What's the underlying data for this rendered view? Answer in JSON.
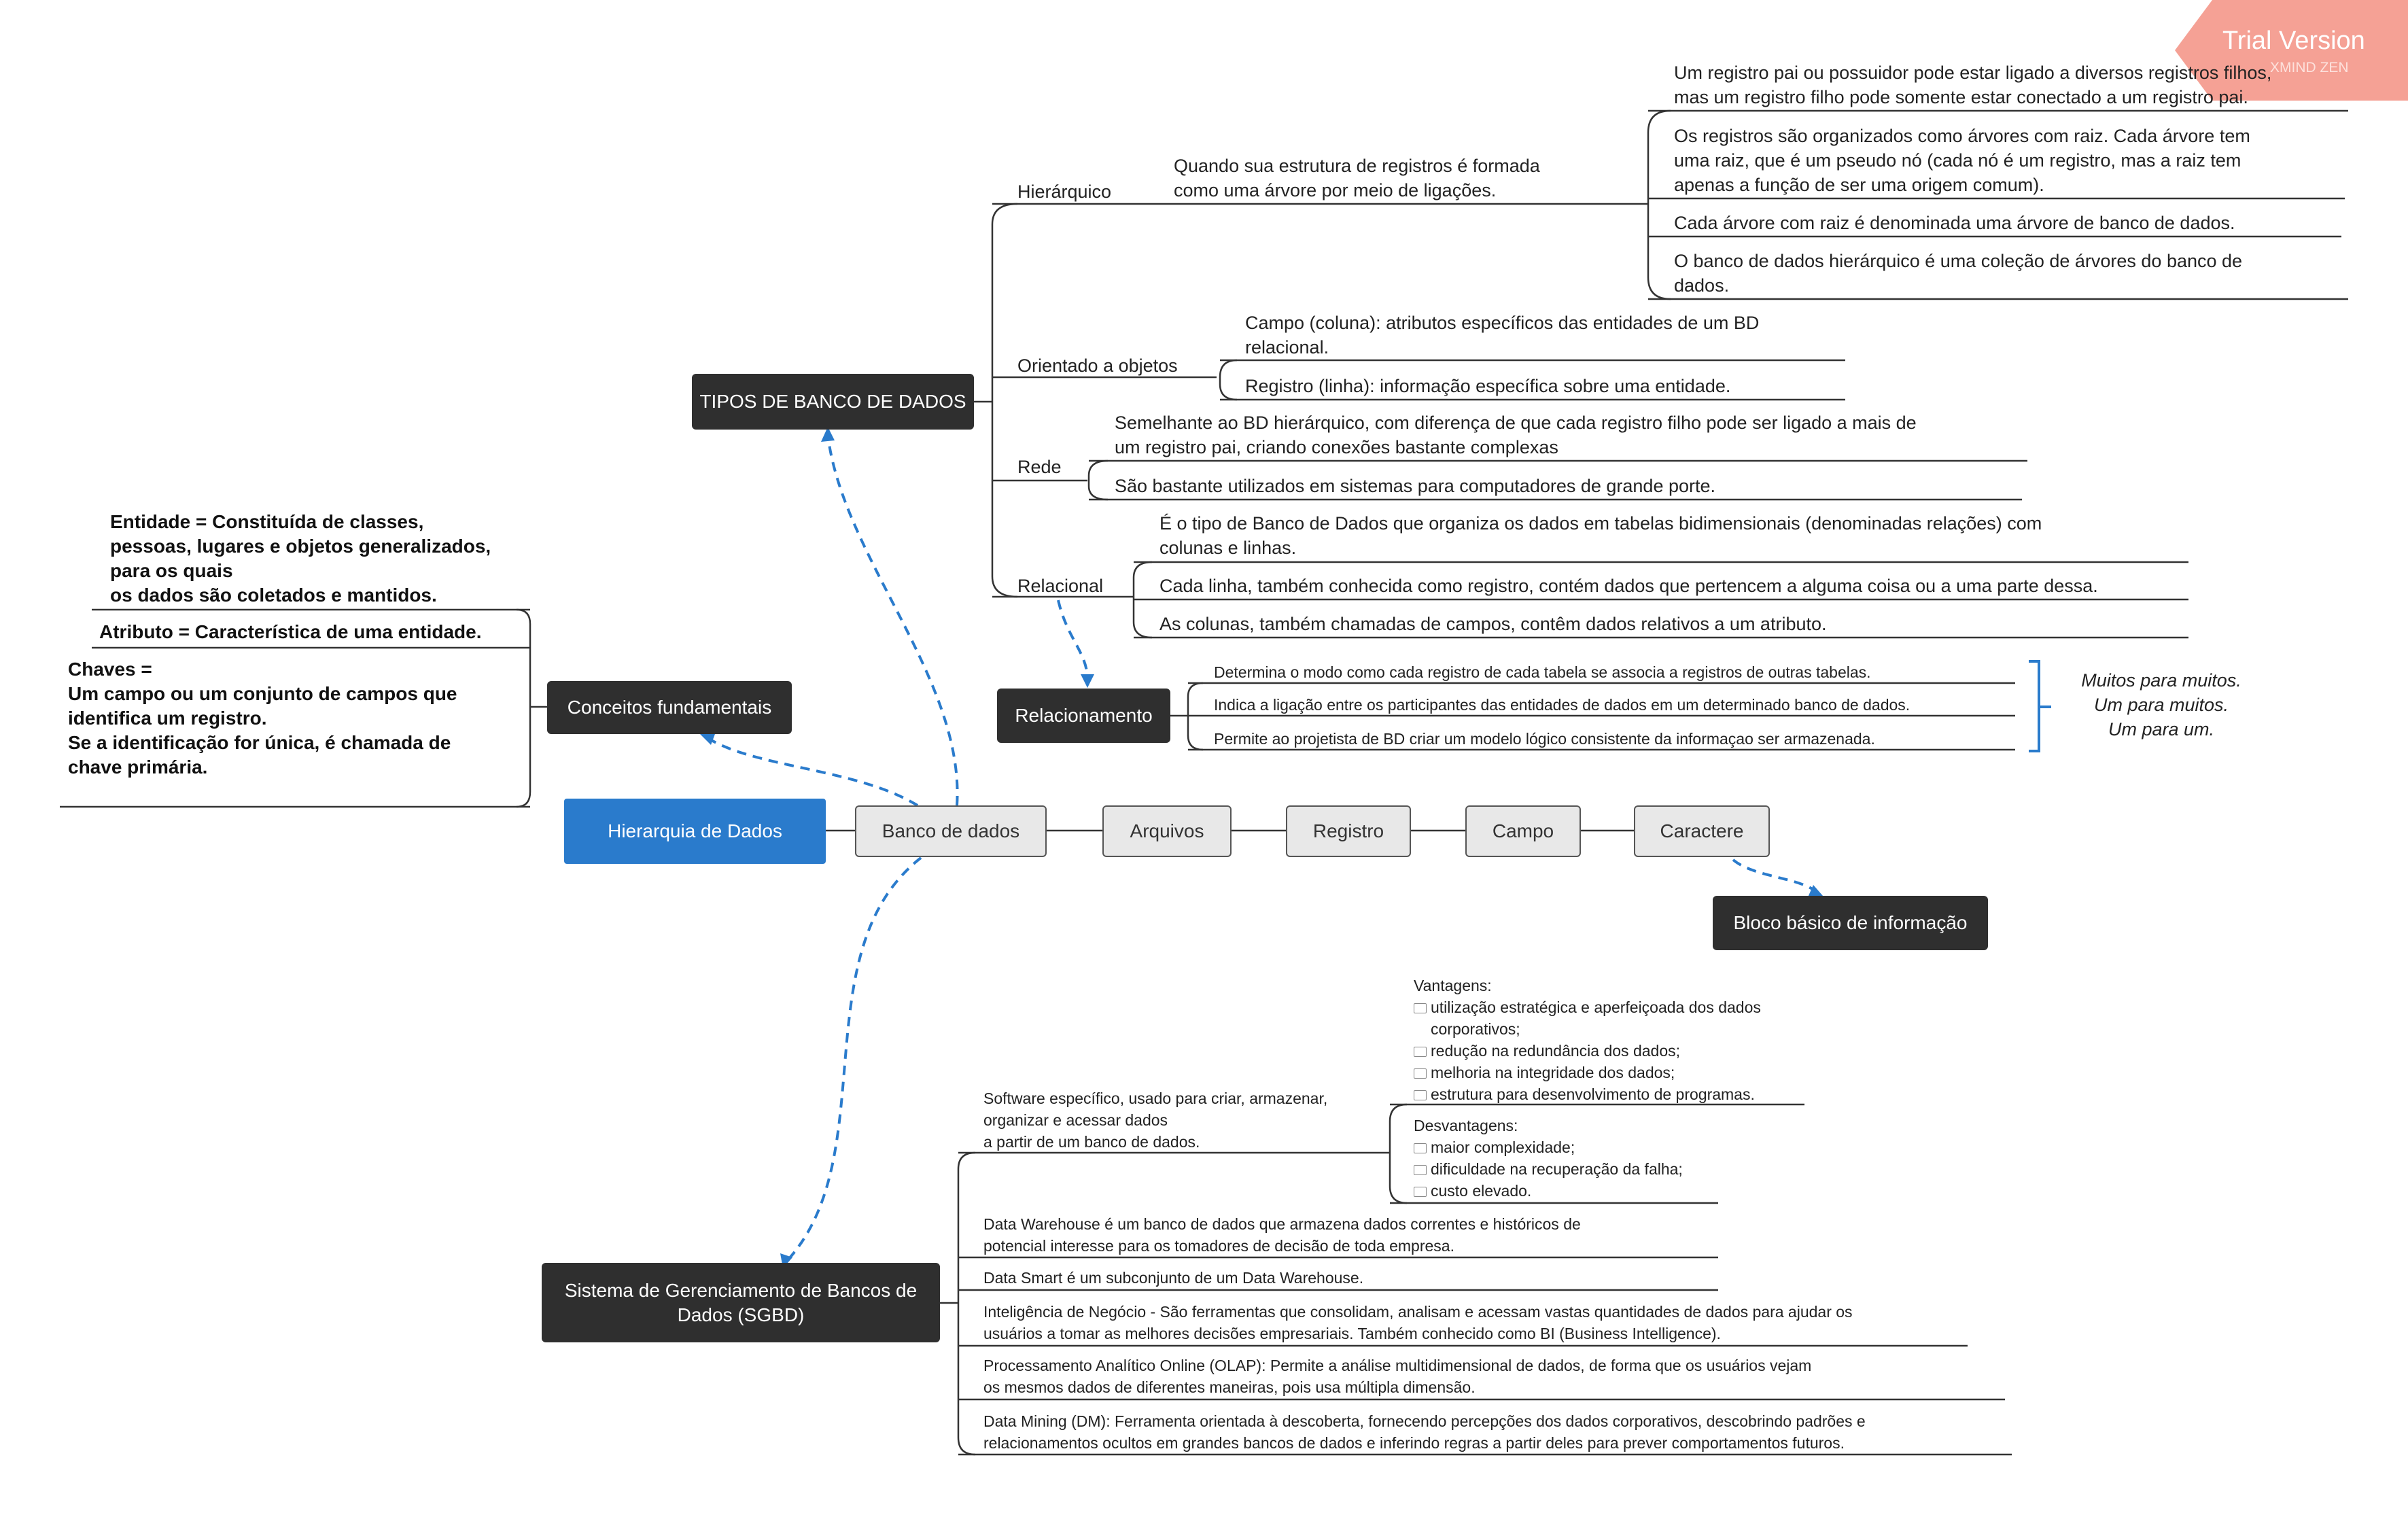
{
  "watermark": {
    "title": "Trial Version",
    "subtitle": "XMIND ZEN"
  },
  "central": {
    "label": "Hierarquia de Dados"
  },
  "chain": [
    "Banco de dados",
    "Arquivos",
    "Registro",
    "Campo",
    "Caractere"
  ],
  "bloco": "Bloco básico de informação",
  "tipos": {
    "label": "TIPOS DE BANCO DE DADOS",
    "hierarquico": {
      "label": "Hierárquico",
      "desc": "Quando sua estrutura de registros é formada\ncomo uma árvore por meio de ligações.",
      "items": [
        "Um registro pai ou possuidor pode estar ligado a diversos registros filhos,\nmas um registro filho pode somente estar conectado a um registro pai.",
        "Os registros são organizados como árvores com raiz. Cada árvore tem\numa raiz, que é um pseudo nó (cada nó é um registro, mas a raiz tem\napenas a função de ser uma origem comum).",
        "Cada árvore com raiz é denominada uma árvore de banco de dados.",
        "O banco de dados hierárquico é uma coleção de árvores do banco de\ndados."
      ]
    },
    "orientado": {
      "label": "Orientado a objetos",
      "items": [
        "Campo (coluna): atributos específicos das entidades de um BD\nrelacional.",
        "Registro (linha): informação específica sobre uma entidade."
      ]
    },
    "rede": {
      "label": "Rede",
      "items": [
        "Semelhante ao BD hierárquico, com diferença de que cada registro filho pode ser ligado a mais de\num registro pai, criando conexões bastante complexas",
        "São bastante utilizados em sistemas para computadores de grande porte."
      ]
    },
    "relacional": {
      "label": "Relacional",
      "items": [
        "É o tipo de Banco de Dados que organiza os dados em tabelas bidimensionais (denominadas relações) com\ncolunas e linhas.",
        "Cada linha, também conhecida como registro, contém dados que pertencem a alguma coisa ou a uma parte dessa.",
        "As colunas, também chamadas de campos, contêm dados relativos a um atributo."
      ]
    }
  },
  "relacionamento": {
    "label": "Relacionamento",
    "items": [
      "Determina o modo como cada registro de cada tabela se associa a registros de outras tabelas.",
      "Indica a ligação entre os participantes das entidades de dados em um determinado banco de dados.",
      "Permite ao projetista de BD criar um modelo lógico consistente da informaçao ser armazenada."
    ],
    "summary": "Muitos para muitos.\nUm para muitos.\nUm para um."
  },
  "conceitos": {
    "label": "Conceitos fundamentais",
    "entidade": "Entidade = Constituída de classes,\npessoas, lugares e objetos generalizados,\npara os quais\nos dados são coletados e mantidos.",
    "atributo": "Atributo = Característica de uma entidade.",
    "chaves": "Chaves =\nUm campo ou um conjunto de campos que\nidentifica um registro.\nSe a identificação for única, é chamada de\nchave primária."
  },
  "sgbd": {
    "label": "Sistema de Gerenciamento de Bancos de\nDados (SGBD)",
    "software": "Software específico, usado para criar, armazenar,\norganizar e acessar dados\na partir de um banco de dados.",
    "vantagens_title": "Vantagens:",
    "vantagens": [
      "utilização estratégica e aperfeiçoada dos dados\ncorporativos;",
      "redução na redundância dos dados;",
      "melhoria na integridade dos dados;",
      "estrutura para desenvolvimento de programas."
    ],
    "desvantagens_title": "Desvantagens:",
    "desvantagens": [
      "maior complexidade;",
      "dificuldade na recuperação da falha;",
      "custo elevado."
    ],
    "items": [
      "Data Warehouse é um banco de dados que armazena dados correntes e históricos de\npotencial interesse para os tomadores de decisão de toda empresa.",
      "Data Smart é um subconjunto de um Data Warehouse.",
      "Inteligência de Negócio - São ferramentas que consolidam, analisam e acessam vastas quantidades de dados para ajudar os\nusuários a tomar as melhores decisões empresariais. Também conhecido como BI (Business Intelligence).",
      "Processamento Analítico Online (OLAP): Permite a análise multidimensional de dados, de forma que os usuários vejam\nos mesmos dados de diferentes maneiras, pois usa múltipla dimensão.",
      "Data Mining (DM):  Ferramenta orientada à descoberta, fornecendo percepções dos dados corporativos, descobrindo padrões e\nrelacionamentos ocultos em grandes bancos de dados e inferindo regras a partir deles para prever comportamentos futuros."
    ]
  },
  "colors": {
    "dark": "#2f2f2f",
    "central": "#2a7bcc",
    "dashed": "#2a7bcc",
    "line": "#333333",
    "watermark": "#f4978a"
  },
  "icons": {
    "list_bullet": "book-icon"
  }
}
